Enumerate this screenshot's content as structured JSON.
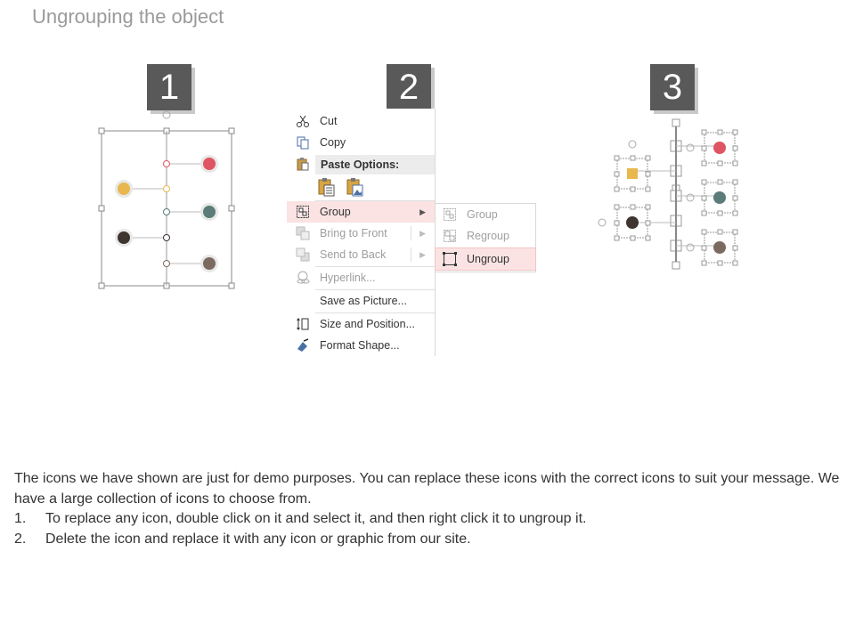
{
  "title": "Ungrouping the object",
  "steps": [
    "1",
    "2",
    "3"
  ],
  "context_menu": {
    "items": [
      {
        "label": "Cut",
        "icon": "scissors-icon",
        "enabled": true
      },
      {
        "label": "Copy",
        "icon": "copy-icon",
        "enabled": true
      },
      {
        "label": "Paste Options:",
        "icon": "paste-icon",
        "enabled": true
      },
      {
        "label": "Group",
        "icon": "group-icon",
        "enabled": true,
        "submenu": true
      },
      {
        "label": "Bring to Front",
        "icon": "bring-front-icon",
        "enabled": false,
        "submenu": true
      },
      {
        "label": "Send to Back",
        "icon": "send-back-icon",
        "enabled": false,
        "submenu": true
      },
      {
        "label": "Hyperlink...",
        "icon": "hyperlink-icon",
        "enabled": false
      },
      {
        "label": "Save as Picture...",
        "icon": "",
        "enabled": true
      },
      {
        "label": "Size and Position...",
        "icon": "size-position-icon",
        "enabled": true
      },
      {
        "label": "Format Shape...",
        "icon": "format-shape-icon",
        "enabled": true
      }
    ],
    "submenu": [
      {
        "label": "Group",
        "icon": "group-icon",
        "enabled": false
      },
      {
        "label": "Regroup",
        "icon": "regroup-icon",
        "enabled": false
      },
      {
        "label": "Ungroup",
        "icon": "ungroup-icon",
        "enabled": true,
        "highlighted": true
      }
    ]
  },
  "dot_colors": {
    "red": "#e05563",
    "yellow": "#e8b84f",
    "teal": "#5b7c78",
    "dark": "#3e3430",
    "brown": "#7c6a60"
  },
  "description": {
    "intro": "The icons we have shown are just for demo purposes. You can replace these icons with the correct icons to suit your message. We have a large collection of icons to choose from.",
    "items": [
      {
        "num": "1.",
        "text": "To replace any icon, double click on it and select it, and then right click it to ungroup it."
      },
      {
        "num": "2.",
        "text": "Delete the icon and replace it with any icon or graphic from our site."
      }
    ]
  }
}
